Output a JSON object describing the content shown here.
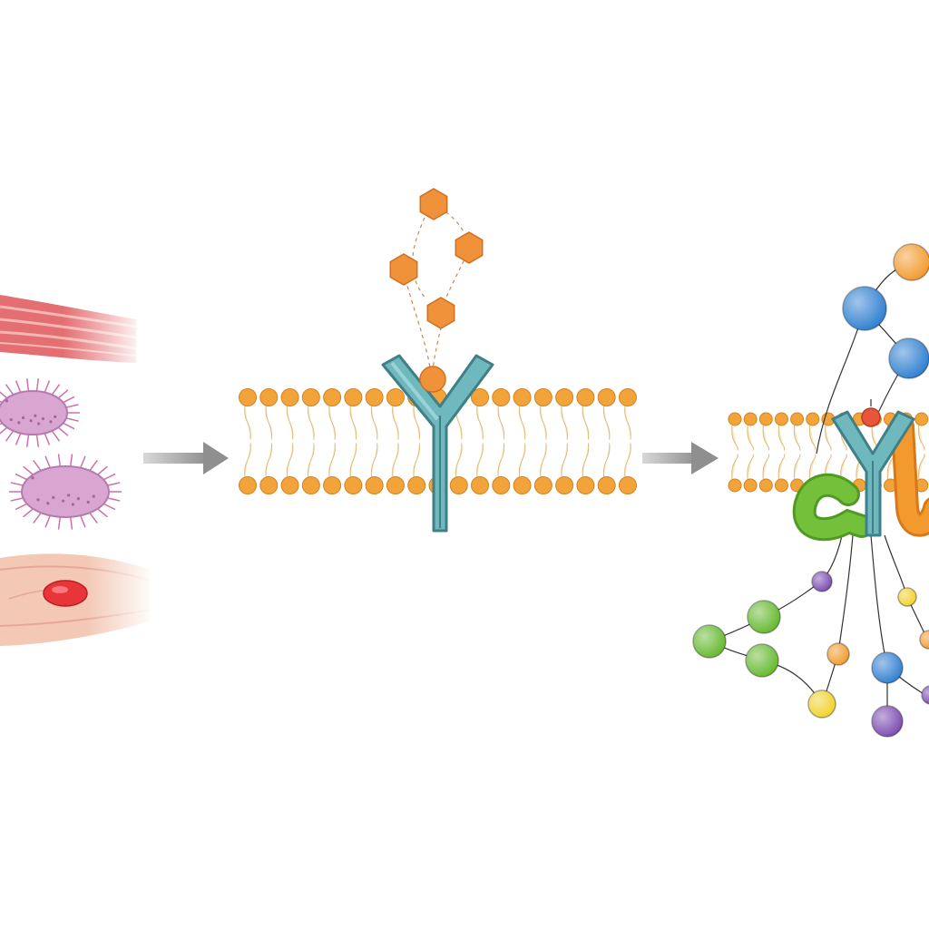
{
  "diagram": {
    "stages": [
      {
        "id": "cell-types",
        "items": [
          "muscle-fiber",
          "spiky-cell",
          "spiky-cell",
          "fibroblast"
        ]
      },
      {
        "id": "ligand-binding",
        "ligand_count": 5,
        "receptor_shape": "Y"
      },
      {
        "id": "signal-transduction",
        "receptor_shape": "Y",
        "adaptors": [
          "green-adaptor",
          "orange-adaptor"
        ],
        "network_node_count": 16
      }
    ],
    "arrows": 2,
    "colors": {
      "membrane_head": "#f2a33a",
      "membrane_tail": "#fbe8c2",
      "receptor": "#6fb8bd",
      "receptor_outline": "#3f7f86",
      "ligand": "#f0923a",
      "arrow": "#9a9a9a",
      "muscle": "#e46f73",
      "spiky_cell": "#d9a6d2",
      "fibroblast": "#f3c8b4",
      "nucleus_red": "#e8353a",
      "node_blue": "#2f7fd0",
      "node_green": "#65b82e",
      "node_purple": "#7b4bb0",
      "node_yellow": "#f1d22a",
      "node_orange": "#f29a2e"
    }
  }
}
